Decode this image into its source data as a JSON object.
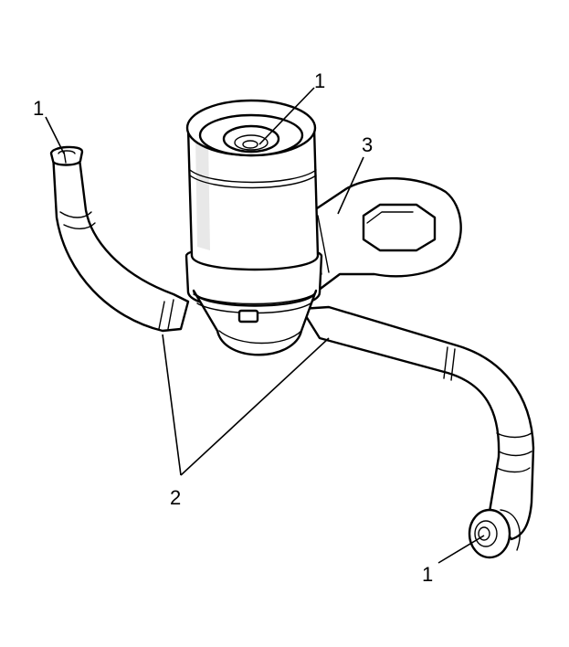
{
  "callouts": {
    "left_hose_end": "1",
    "sensor_tip": "1",
    "bracket": "3",
    "hoses": "2",
    "right_hose_end": "1"
  }
}
